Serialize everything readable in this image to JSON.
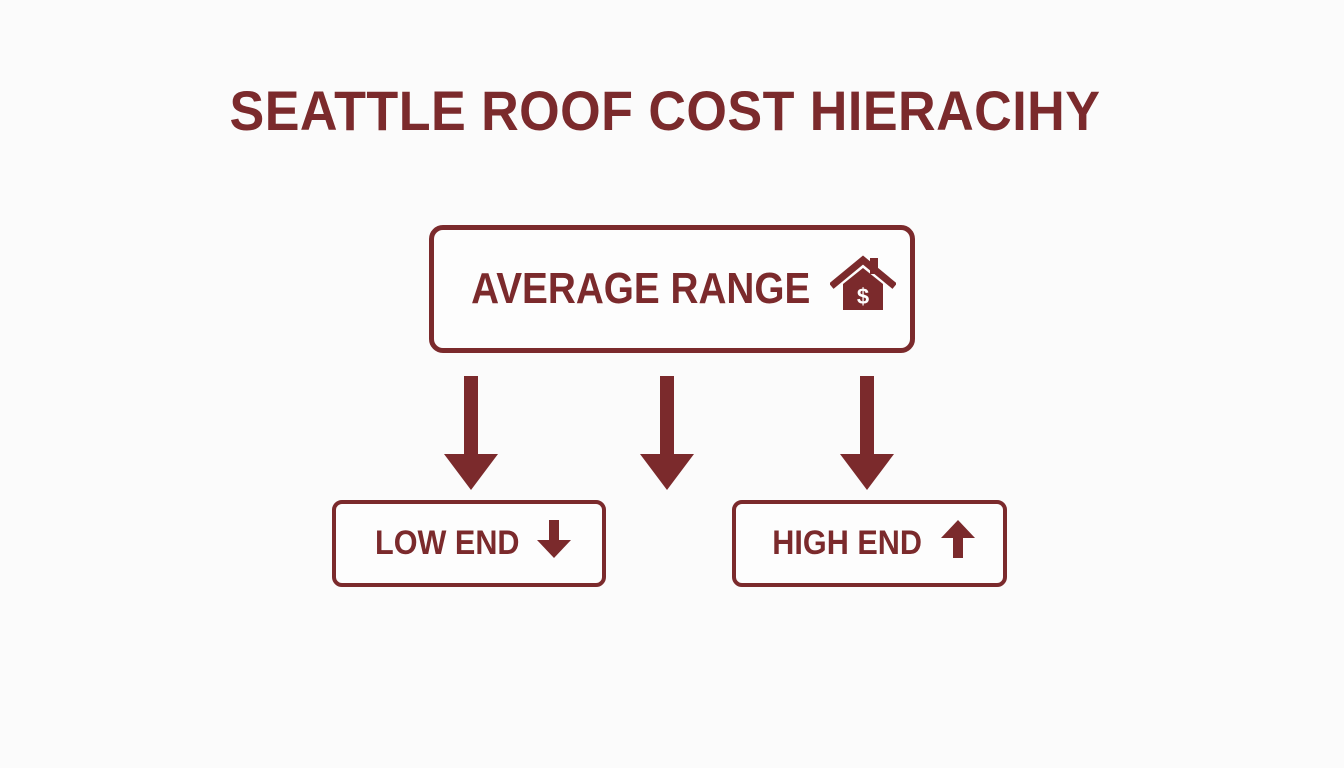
{
  "title": "SEATTLE ROOF COST HIERACIHY",
  "nodes": {
    "top": {
      "label": "AVERAGE RANGE",
      "icon": "house-dollar-icon"
    },
    "left": {
      "label": "LOW END",
      "icon": "arrow-down-icon"
    },
    "right": {
      "label": "HIGH END",
      "icon": "arrow-up-icon"
    }
  },
  "connectors": [
    "arrow-down-icon",
    "arrow-down-icon",
    "arrow-down-icon"
  ],
  "colors": {
    "accent": "#7b2a2c",
    "background": "#fbfbfb"
  }
}
